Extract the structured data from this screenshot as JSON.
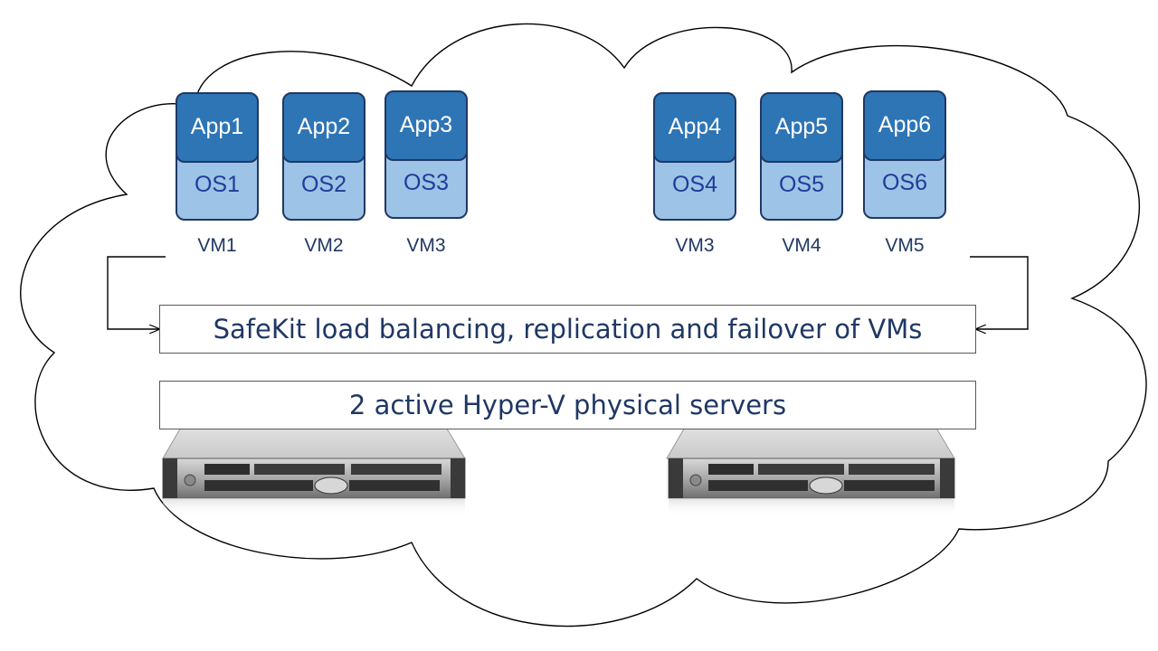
{
  "vm_groups": [
    {
      "vms": [
        {
          "app": "App1",
          "os": "OS1",
          "vm": "VM1"
        },
        {
          "app": "App2",
          "os": "OS2",
          "vm": "VM2"
        },
        {
          "app": "App3",
          "os": "OS3",
          "vm": "VM3"
        }
      ]
    },
    {
      "vms": [
        {
          "app": "App4",
          "os": "OS4",
          "vm": "VM3"
        },
        {
          "app": "App5",
          "os": "OS5",
          "vm": "VM4"
        },
        {
          "app": "App6",
          "os": "OS6",
          "vm": "VM5"
        }
      ]
    }
  ],
  "safekit_label": "SafeKit load balancing, replication and failover of VMs",
  "servers_label": "2 active Hyper-V physical servers",
  "colors": {
    "app": "#2e75b6",
    "os": "#9dc3e6",
    "border": "#1f3864",
    "label_text": "#203864"
  }
}
